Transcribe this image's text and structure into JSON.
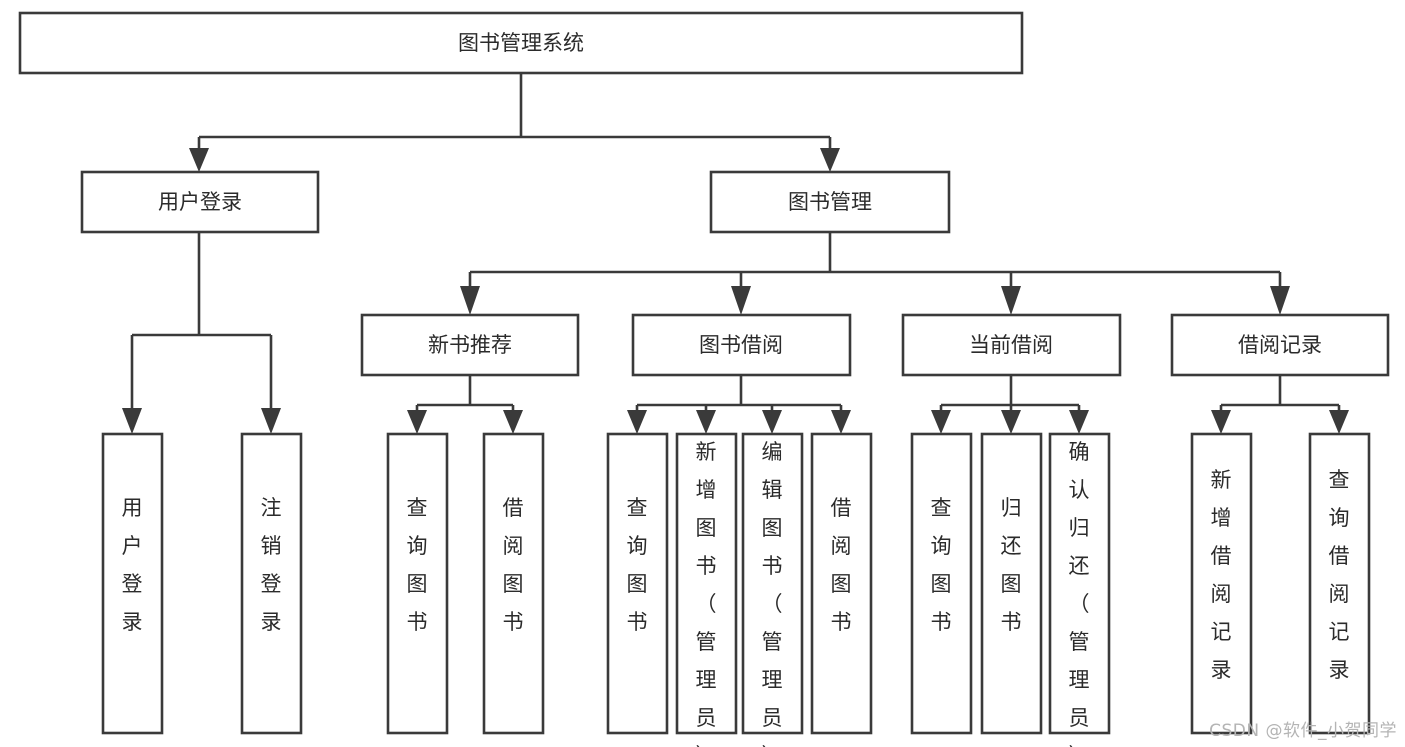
{
  "diagram": {
    "kind": "tree-hierarchy-chart",
    "title": "图书管理系统",
    "colors": {
      "stroke": "#3a3a3a",
      "box_fill": "#ffffff",
      "text": "#2b2b2b",
      "background": "#ffffff",
      "watermark": "#b4b4b4"
    },
    "root": {
      "label": "图书管理系统"
    },
    "level2": [
      {
        "id": "user-login",
        "label": "用户登录"
      },
      {
        "id": "book-manage",
        "label": "图书管理"
      }
    ],
    "level3": [
      {
        "id": "new-book-recommend",
        "label": "新书推荐"
      },
      {
        "id": "book-borrow",
        "label": "图书借阅"
      },
      {
        "id": "current-borrow",
        "label": "当前借阅"
      },
      {
        "id": "borrow-record",
        "label": "借阅记录"
      }
    ],
    "leaves": {
      "user_login": [
        {
          "id": "leaf-user-login",
          "label": "用户登录"
        },
        {
          "id": "leaf-user-logout",
          "label": "注销登录"
        }
      ],
      "new_book_recommend": [
        {
          "id": "leaf-query-book-1",
          "label": "查询图书"
        },
        {
          "id": "leaf-borrow-book-1",
          "label": "借阅图书"
        }
      ],
      "book_borrow": [
        {
          "id": "leaf-query-book-2",
          "label": "查询图书"
        },
        {
          "id": "leaf-add-book",
          "label": "新增图书（管理员）"
        },
        {
          "id": "leaf-edit-book",
          "label": "编辑图书（管理员）"
        },
        {
          "id": "leaf-borrow-book-2",
          "label": "借阅图书"
        }
      ],
      "current_borrow": [
        {
          "id": "leaf-query-book-3",
          "label": "查询图书"
        },
        {
          "id": "leaf-return-book",
          "label": "归还图书"
        },
        {
          "id": "leaf-confirm-return",
          "label": "确认归还（管理员）"
        }
      ],
      "borrow_record": [
        {
          "id": "leaf-add-record",
          "label": "新增借阅记录"
        },
        {
          "id": "leaf-query-record",
          "label": "查询借阅记录"
        }
      ]
    }
  },
  "watermark": {
    "text": "CSDN @软件_小贺同学"
  }
}
